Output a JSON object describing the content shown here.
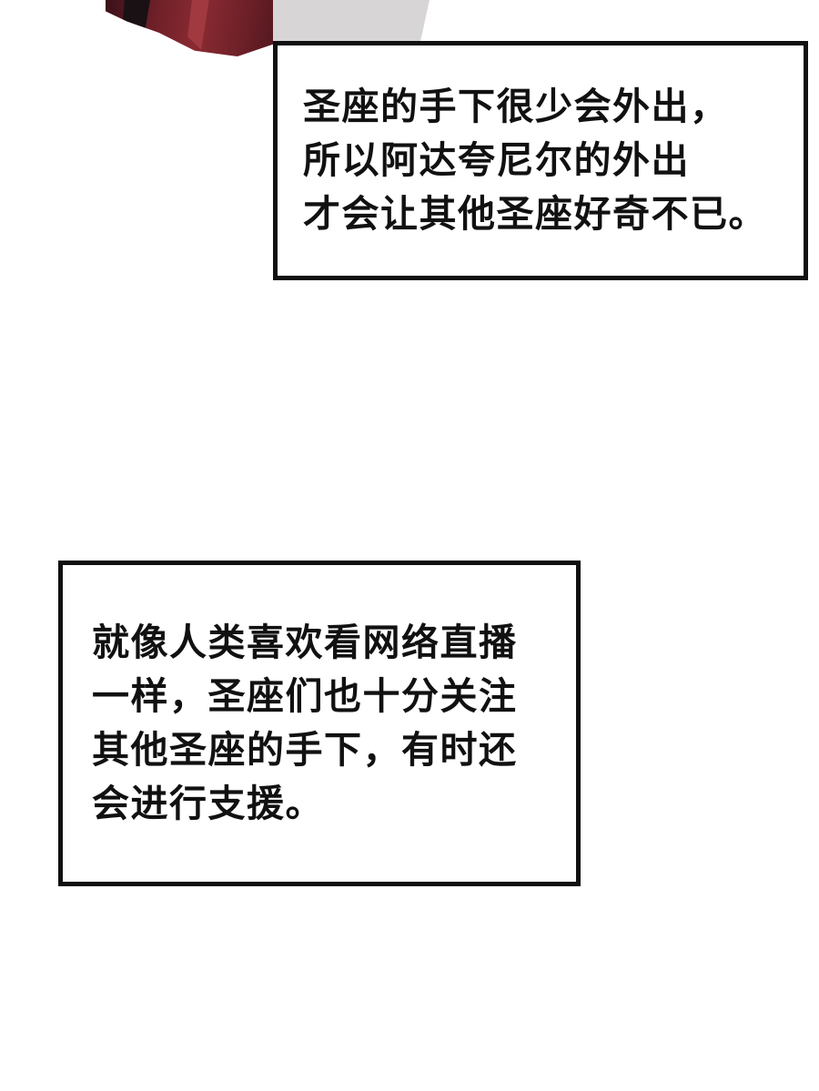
{
  "panel": {
    "background_color": "#ffffff",
    "artwork": {
      "description": "character-hair-fragment",
      "colors": {
        "hair_main": "#6e2028",
        "hair_dark": "#1a1115",
        "hair_highlight": "#a03a40",
        "background_gray": "#d8d5d6"
      }
    },
    "narration_boxes": [
      {
        "lines": [
          "圣座的手下很少会外出，",
          "所以阿达夸尼尔的外出",
          "才会让其他圣座好奇不已。"
        ]
      },
      {
        "lines": [
          "就像人类喜欢看网络直播",
          "一样，圣座们也十分关注",
          "其他圣座的手下，有时还",
          "会进行支援。"
        ]
      }
    ]
  }
}
